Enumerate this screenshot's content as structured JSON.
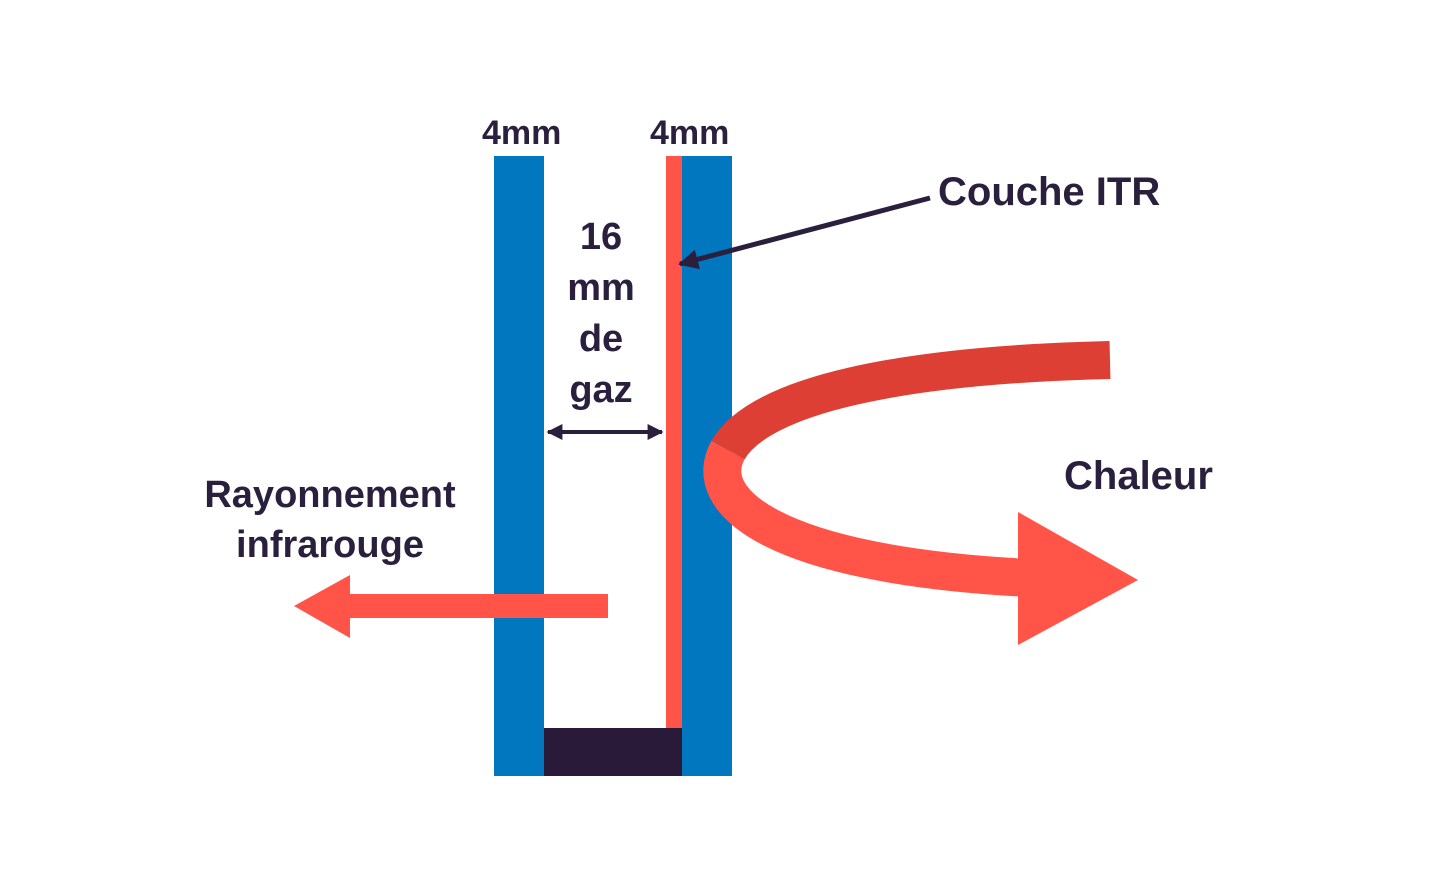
{
  "glass_left": {
    "thickness_label": "4mm"
  },
  "glass_right": {
    "thickness_label": "4mm"
  },
  "gap": {
    "lines": [
      "16",
      "mm",
      "de",
      "gaz"
    ]
  },
  "coating_label": "Couche ITR",
  "heat_label": "Chaleur",
  "infrared_label": [
    "Rayonnement",
    "infrarouge"
  ],
  "colors": {
    "glass": "#0077be",
    "coating": "#ff5447",
    "spacer": "#2a1a3a",
    "heat_arrow": "#ff5447",
    "heat_arrow_shade": "#de3f35",
    "infrared_arrow": "#ff5447",
    "text": "#2a1f3d"
  }
}
